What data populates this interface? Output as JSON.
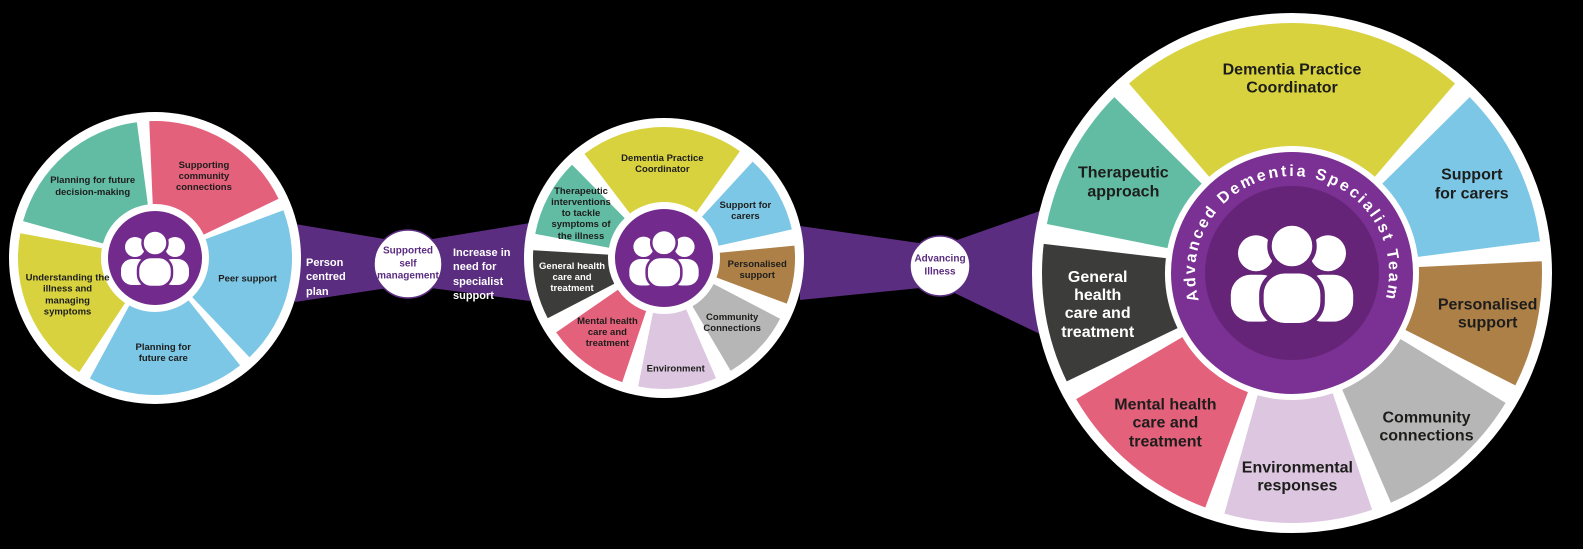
{
  "palette": {
    "background": "#000000",
    "band": "#5b2d80",
    "purple_center": "#722b8d",
    "purple_ring": "#7b3093",
    "purple_inner": "#652478"
  },
  "connectors": {
    "person_centred_plan": "Person centred plan",
    "supported_self_management": "Supported self management",
    "increase_need": "Increase in need for specialist support",
    "advancing_illness": "Advancing Illness"
  },
  "icons": {
    "center_icon": "people-group-icon"
  },
  "wheels": [
    {
      "id": "person-centred-plan-wheel",
      "segments": [
        {
          "label": "Planning for future decision-making",
          "color": "#62bca4",
          "start": 283,
          "end": 355,
          "w": 95
        },
        {
          "label": "Supporting community connections",
          "color": "#e4617c",
          "start": 355,
          "end": 427,
          "w": 80
        },
        {
          "label": "Peer support",
          "color": "#7cc7e6",
          "start": 67,
          "end": 139,
          "w": 80
        },
        {
          "label": "Planning for future care",
          "color": "#7cc7e6",
          "start": 139,
          "end": 211,
          "w": 70
        },
        {
          "label": "Understanding the illness and managing symptoms",
          "color": "#d8d23f",
          "start": 211,
          "end": 283,
          "w": 88
        }
      ]
    },
    {
      "id": "supported-self-management-wheel",
      "segments": [
        {
          "label": "Dementia Practice Coordinator",
          "color": "#d8d23f",
          "start": 320,
          "end": 398,
          "w": 95
        },
        {
          "label": "Support for carers",
          "color": "#7cc7e6",
          "start": 40,
          "end": 80,
          "w": 52
        },
        {
          "label": "Personalised support",
          "color": "#ad8048",
          "start": 82,
          "end": 113,
          "w": 62
        },
        {
          "label": "Community Connections",
          "color": "#b7b6b6",
          "start": 115,
          "end": 152,
          "w": 62
        },
        {
          "label": "Environment",
          "color": "#dcc6e0",
          "start": 154,
          "end": 194,
          "w": 72,
          "label_r": 112
        },
        {
          "label": "Mental health care and treatment",
          "color": "#e4617c",
          "start": 196,
          "end": 238,
          "w": 64
        },
        {
          "label": "General health care and treatment",
          "color": "#3c3c3b",
          "tc": "#ffffff",
          "start": 240,
          "end": 276,
          "w": 68
        },
        {
          "label": "Therapeutic interventions to tackle symptoms of the illness",
          "color": "#62bca4",
          "start": 278,
          "end": 318,
          "w": 64
        }
      ]
    },
    {
      "id": "advanced-dementia-specialist-team-wheel",
      "ring_label": "Advanced Dementia Specialist Team",
      "segments": [
        {
          "label": "Dementia Practice Coordinator",
          "color": "#d8d23f",
          "start": 318,
          "end": 402,
          "w": 170,
          "label_r": 193
        },
        {
          "label": "Support for carers",
          "color": "#7cc7e6",
          "start": 44,
          "end": 84,
          "w": 82,
          "label_r": 200
        },
        {
          "label": "Personalised support",
          "color": "#ad8048",
          "start": 86,
          "end": 118,
          "w": 110,
          "label_r": 200
        },
        {
          "label": "Community connections",
          "color": "#b7b6b6",
          "start": 120,
          "end": 158,
          "w": 110,
          "label_r": 205
        },
        {
          "label": "Environmental responses",
          "color": "#dcc6e0",
          "start": 160,
          "end": 197,
          "w": 125,
          "label_r": 205
        },
        {
          "label": "Mental health care and treatment",
          "color": "#e4617c",
          "start": 199,
          "end": 241,
          "w": 112,
          "label_r": 197
        },
        {
          "label": "General health care and treatment",
          "color": "#3c3c3b",
          "tc": "#ffffff",
          "start": 243,
          "end": 278,
          "w": 80,
          "label_r": 197
        },
        {
          "label": "Therapeutic approach",
          "color": "#62bca4",
          "start": 280,
          "end": 316,
          "w": 98,
          "label_r": 191
        }
      ]
    }
  ]
}
